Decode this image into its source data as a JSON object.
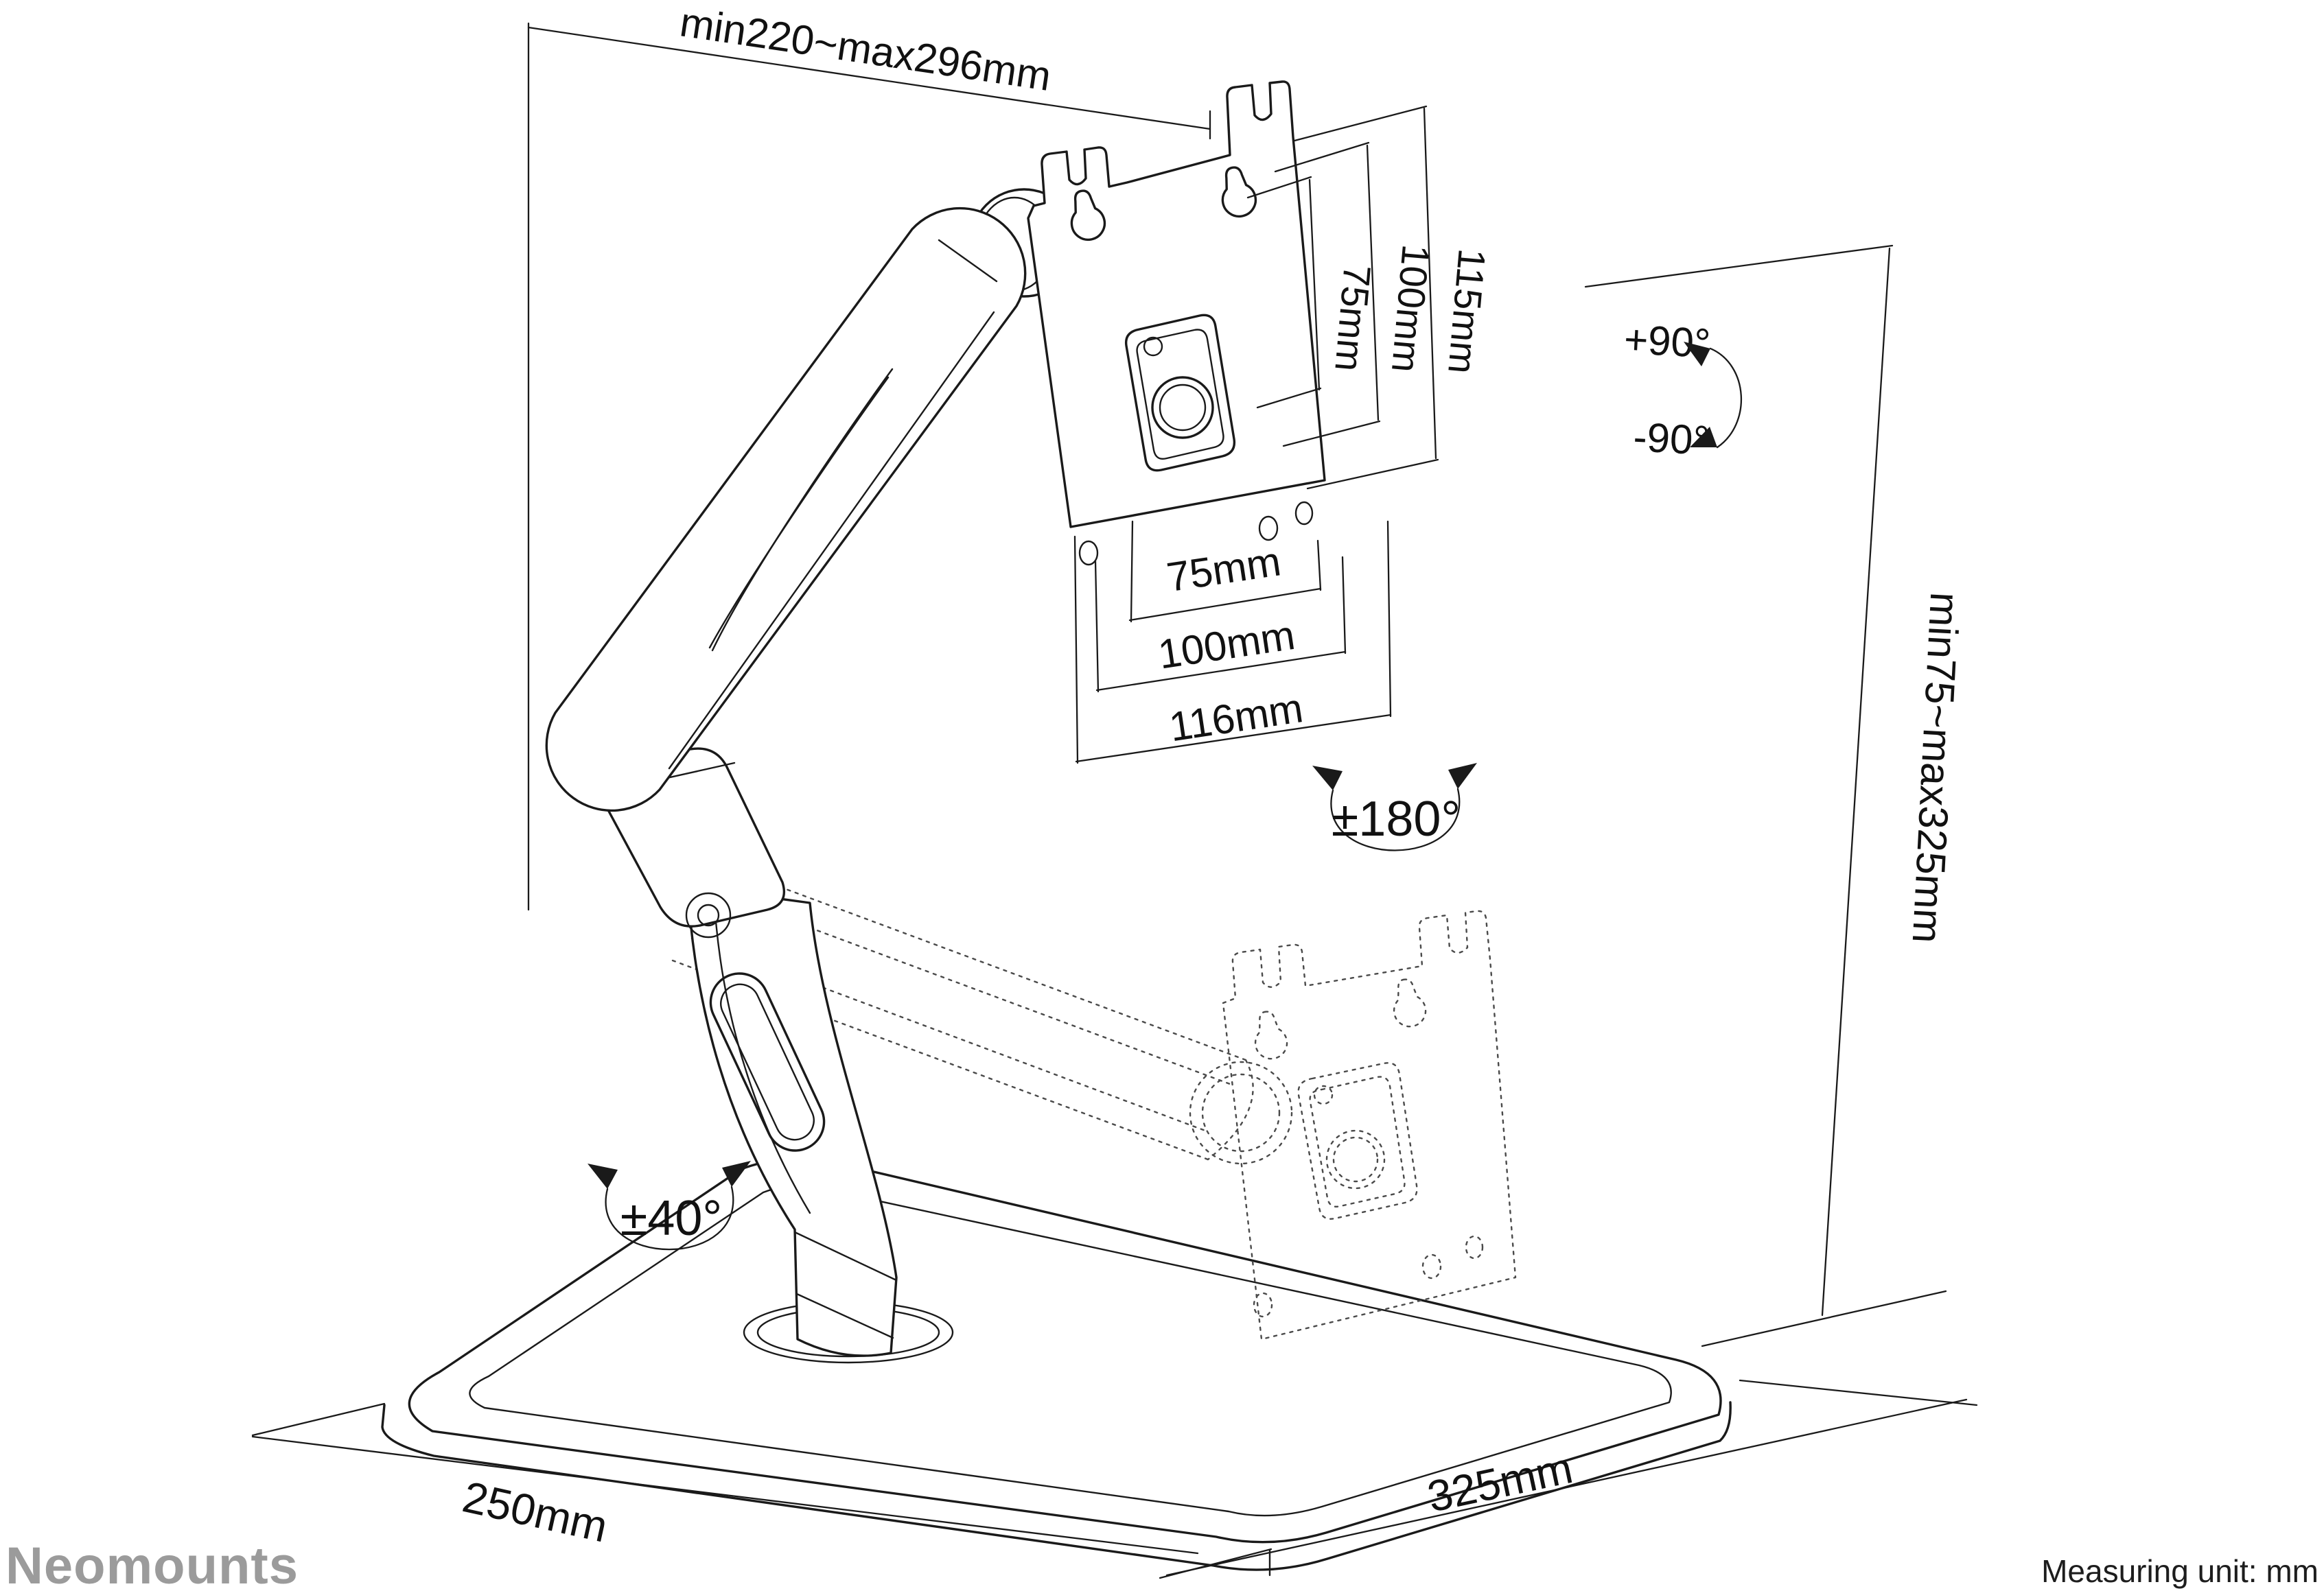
{
  "drawing": {
    "top_dimension": "min220~max296mm",
    "right_dimension": "min75~max325mm",
    "vesa_vertical": {
      "d115": "115mm",
      "d100": "100mm",
      "d75": "75mm"
    },
    "vesa_horizontal": {
      "d75": "75mm",
      "d100": "100mm",
      "d116": "116mm"
    },
    "base": {
      "depth": "250mm",
      "width": "325mm"
    },
    "angles": {
      "tilt_up": "+90°",
      "tilt_down": "-90°",
      "swivel": "±180°",
      "base_rotation": "±40°"
    }
  },
  "branding": {
    "logo": "Neomounts"
  },
  "footer": {
    "note": "Measuring unit: mm"
  },
  "colors": {
    "line": "#1a1a1a",
    "logo_gray": "#9b9b9b"
  }
}
